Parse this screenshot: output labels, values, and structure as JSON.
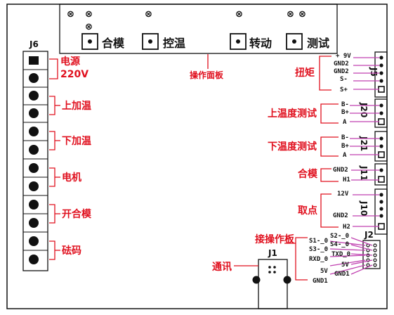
{
  "panel": {
    "title": "操作面板",
    "buttons": [
      "合模",
      "控温",
      "转动",
      "测试"
    ]
  },
  "j6": {
    "label": "J6",
    "groups": [
      "电源",
      "220V",
      "上加温",
      "下加温",
      "电机",
      "开合模",
      "砝码"
    ]
  },
  "right": {
    "j5": {
      "label": "J5",
      "group": "扭矩",
      "pins": [
        "+ 9V",
        "GND2",
        "GND2",
        "S-",
        "S+"
      ]
    },
    "j20": {
      "label": "J20",
      "group": "上温度测试",
      "pins": [
        "B-",
        "B+",
        "A"
      ]
    },
    "j21": {
      "label": "J21",
      "group": "下温度测试",
      "pins": [
        "B-",
        "B+",
        "A"
      ]
    },
    "j11": {
      "label": "J11",
      "group": "合模",
      "pins": [
        "GND2",
        "H1"
      ]
    },
    "j10": {
      "label": "J10",
      "group": "取点",
      "pins": [
        "12V",
        "GND2",
        "H2"
      ]
    }
  },
  "j2": {
    "label": "J2",
    "group": "接操作板",
    "pins": [
      "S1-_0",
      "S2-_0",
      "S3-_0",
      "S4-_0",
      "RXD_0",
      "TXD_0",
      "5V",
      "5V",
      "GND1",
      "GND1"
    ]
  },
  "j1": {
    "label": "J1",
    "group": "通讯"
  },
  "colors": {
    "red": "#e0101e",
    "pin_line": "#c040b0",
    "outline": "#111111"
  }
}
